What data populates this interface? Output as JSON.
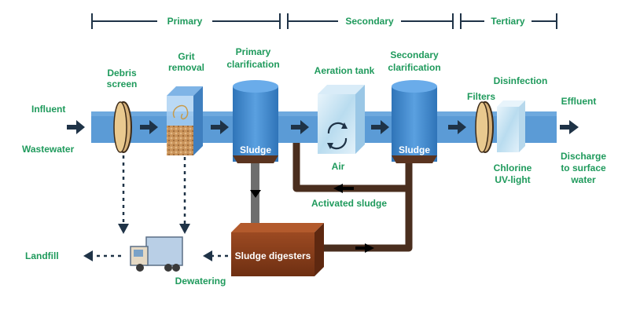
{
  "stages": {
    "primary": "Primary",
    "secondary": "Secondary",
    "tertiary": "Tertiary"
  },
  "labels": {
    "influent": "Influent",
    "wastewater": "Wastewater",
    "debris_screen_1": "Debris",
    "debris_screen_2": "screen",
    "grit_removal_1": "Grit",
    "grit_removal_2": "removal",
    "primary_clar_1": "Primary",
    "primary_clar_2": "clarification",
    "aeration_tank": "Aeration tank",
    "secondary_clar_1": "Secondary",
    "secondary_clar_2": "clarification",
    "disinfection": "Disinfection",
    "filters": "Filters",
    "effluent": "Effluent",
    "sludge_primary": "Sludge",
    "sludge_secondary": "Sludge",
    "air": "Air",
    "chlorine": "Chlorine",
    "uv_light": "UV-light",
    "discharge_1": "Discharge",
    "discharge_2": "to surface",
    "discharge_3": "water",
    "activated_sludge": "Activated sludge",
    "sludge_digesters": "Sludge digesters",
    "landfill": "Landfill",
    "dewatering": "Dewatering"
  },
  "colors": {
    "label_green": "#1f9a5c",
    "navy": "#1f3347",
    "pipe_blue": "#5b9bd6",
    "tank_blue": "#3f86cc",
    "sludge_brown": "#5a3420",
    "digester_brown": "#8a3d1c"
  }
}
